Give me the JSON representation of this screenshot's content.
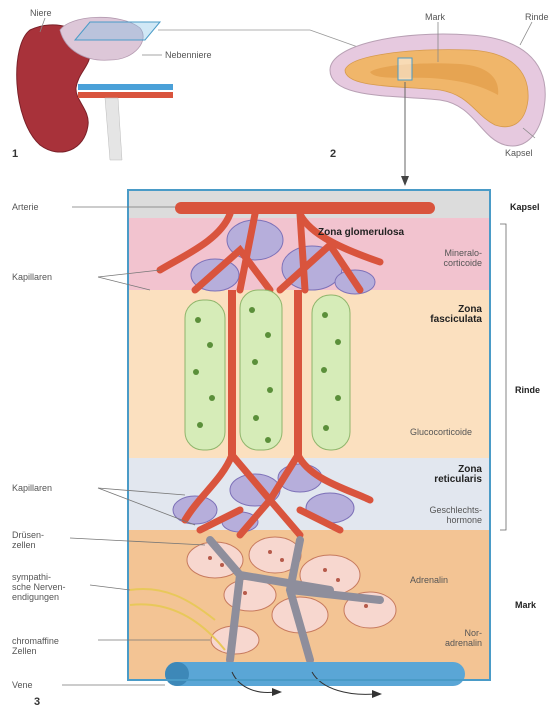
{
  "top_left": {
    "niere": "Niere",
    "nebenniere": "Nebenniere",
    "fig_number": "1"
  },
  "top_right": {
    "mark": "Mark",
    "rinde": "Rinde",
    "kapsel": "Kapsel",
    "fig_number": "2"
  },
  "left_labels": {
    "arterie": "Arterie",
    "kapillaren_top": "Kapillaren",
    "kapillaren_bottom": "Kapillaren",
    "druesenzellen": [
      "Drüsen-",
      "zellen"
    ],
    "nerven": [
      "sympathi-",
      "sche Nerven-",
      "endigungen"
    ],
    "chromaffine": [
      "chromaffine",
      "Zellen"
    ],
    "vene": "Vene",
    "fig_number": "3"
  },
  "zones": {
    "glomerulosa": {
      "name": "Zona glomerulosa",
      "hormone": [
        "Mineralo-",
        "corticoide"
      ]
    },
    "fasciculata": {
      "name": [
        "Zona",
        "fasciculata"
      ],
      "hormone": "Glucocorticoide"
    },
    "reticularis": {
      "name": [
        "Zona",
        "reticularis"
      ],
      "hormone": [
        "Geschlechts-",
        "hormone"
      ]
    },
    "medulla": {
      "hormone1": "Adrenalin",
      "hormone2": [
        "Nor-",
        "adrenalin"
      ]
    }
  },
  "right_labels": {
    "kapsel": "Kapsel",
    "rinde": "Rinde",
    "mark": "Mark"
  },
  "colors": {
    "capsule": "#d8d8d8",
    "glomerulosa": "#f2c3cf",
    "fasciculata": "#fbe0bf",
    "reticularis": "#dfe5ee",
    "medulla": "#f3c494",
    "artery": "#d9543d",
    "vein": "#5aa6d6",
    "frame": "#4a9bc7"
  }
}
